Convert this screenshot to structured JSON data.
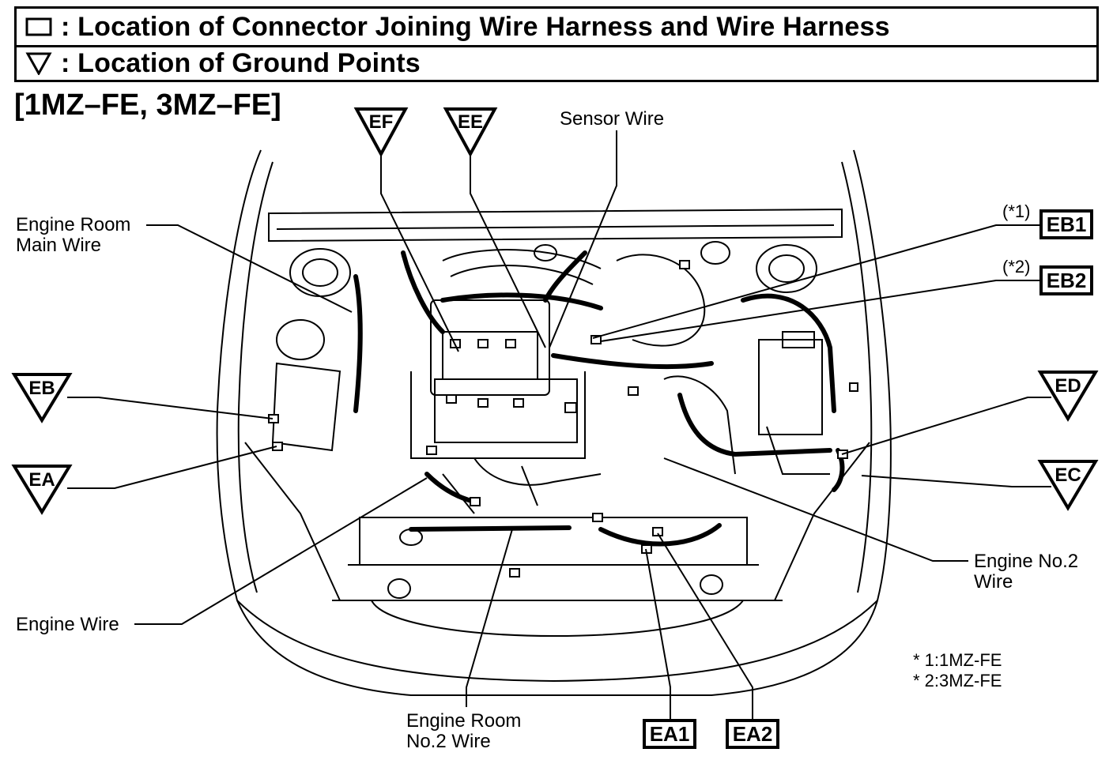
{
  "legend": {
    "connector_text": ": Location of Connector Joining Wire Harness and Wire Harness",
    "ground_text": ": Location of Ground Points"
  },
  "engine_title": "[1MZ–FE, 3MZ–FE]",
  "labels": {
    "sensor_wire": "Sensor Wire",
    "engine_room_main_wire_1": "Engine Room",
    "engine_room_main_wire_2": "Main Wire",
    "engine_wire": "Engine Wire",
    "engine_room_no2_wire_1": "Engine Room",
    "engine_room_no2_wire_2": "No.2 Wire",
    "engine_no2_wire_1": "Engine No.2",
    "engine_no2_wire_2": "Wire"
  },
  "connectors": {
    "eb1": "EB1",
    "eb2": "EB2",
    "ea1": "EA1",
    "ea2": "EA2",
    "eb1_note": "(*1)",
    "eb2_note": "(*2)"
  },
  "ground_points": {
    "ef": "EF",
    "ee": "EE",
    "eb": "EB",
    "ea": "EA",
    "ed": "ED",
    "ec": "EC"
  },
  "notes": {
    "note_1": "* 1:1MZ-FE",
    "note_2": "* 2:3MZ-FE"
  }
}
